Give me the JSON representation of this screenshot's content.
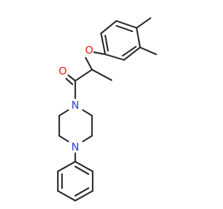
{
  "molecule": {
    "atoms": {
      "ether_oxygen": {
        "symbol": "O",
        "color": "#e8231b"
      },
      "carbonyl_oxygen": {
        "symbol": "O",
        "color": "#e8231b"
      },
      "amide_nitrogen": {
        "symbol": "N",
        "color": "#2a3ad6"
      },
      "aryl_nitrogen": {
        "symbol": "N",
        "color": "#2a3ad6"
      }
    },
    "bond_color": "#2b2b2b"
  }
}
